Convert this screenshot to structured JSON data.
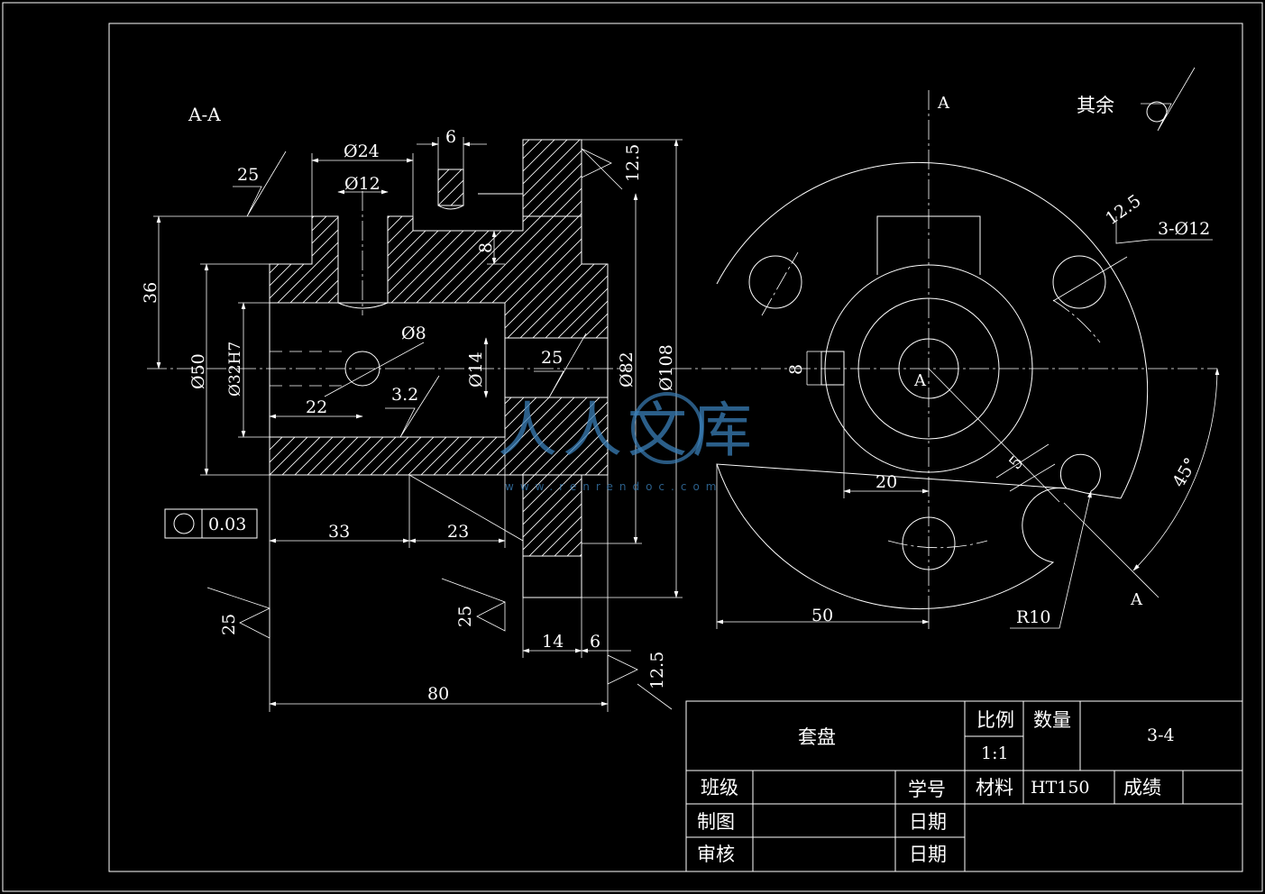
{
  "section_label": "A-A",
  "section_marks": [
    "A",
    "A",
    "A"
  ],
  "roughness_note": {
    "prefix": "其余"
  },
  "dims": {
    "d24": "Ø24",
    "d12": "Ø12",
    "w6": "6",
    "r12_5_top": "12.5",
    "r25_top": "25",
    "h36": "36",
    "h8": "8",
    "d50": "Ø50",
    "d32h7": "Ø32H7",
    "d8": "Ø8",
    "d14": "Ø14",
    "r25_mid": "25",
    "d82": "Ø82",
    "d108": "Ø108",
    "l22": "22",
    "r3_2": "3.2",
    "l33": "33",
    "l23": "23",
    "r25_left": "25",
    "r25_bottom": "25",
    "l14": "14",
    "l6b": "6",
    "r12_5_bottom": "12.5",
    "l80": "80",
    "tol": "0.03",
    "r12_5_right": "12.5",
    "holes": "3-Ø12",
    "w8r": "8",
    "l20": "20",
    "l5": "5",
    "a45": "45°",
    "l50": "50",
    "r10": "R10"
  },
  "title_block": {
    "part_name": "套盘",
    "scale_label": "比例",
    "qty_label": "数量",
    "scale_value": "1:1",
    "drawing_no": "3-4",
    "class_label": "班级",
    "student_no_label": "学号",
    "material_label": "材料",
    "material_value": "HT150",
    "grade_label": "成绩",
    "drawn_label": "制图",
    "date_label_1": "日期",
    "review_label": "审核",
    "date_label_2": "日期"
  },
  "watermark": {
    "text": "人人文库",
    "url": "www.renrendoc.com"
  }
}
